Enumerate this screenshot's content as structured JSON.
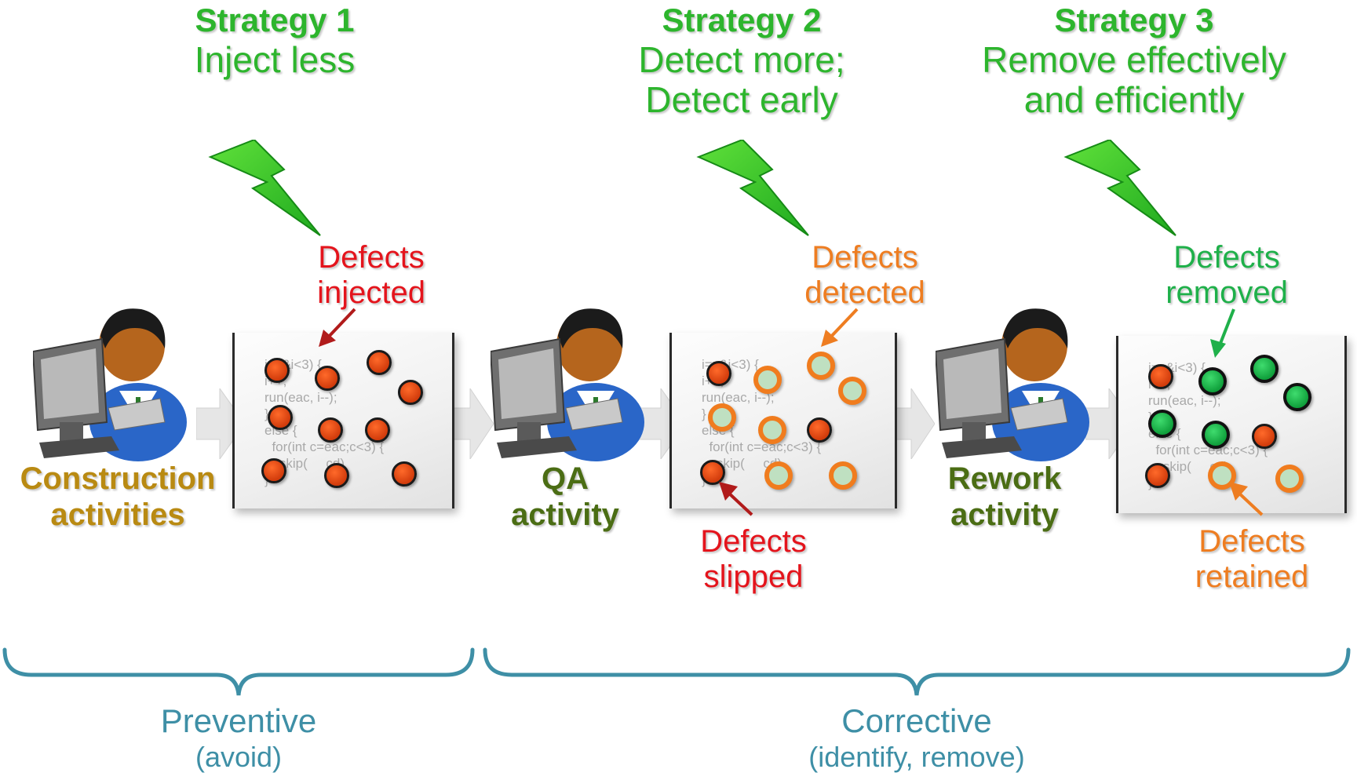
{
  "colors": {
    "strategy_green": "#2db52d",
    "injected_red": "#e4141c",
    "detected_orange": "#ee7d21",
    "removed_green": "#1fb04a",
    "construction_gold": "#b98a12",
    "activity_olive": "#4b6d14",
    "category_blue": "#3e8fa6"
  },
  "strategies": [
    {
      "title": "Strategy 1",
      "subtitle_lines": [
        "Inject less"
      ],
      "icon": "lightning-bolt-icon"
    },
    {
      "title": "Strategy 2",
      "subtitle_lines": [
        "Detect more;",
        "Detect early"
      ],
      "icon": "lightning-bolt-icon"
    },
    {
      "title": "Strategy 3",
      "subtitle_lines": [
        "Remove effectively",
        "and efficiently"
      ],
      "icon": "lightning-bolt-icon"
    }
  ],
  "actors": [
    {
      "lines": [
        "Construction",
        "activities"
      ],
      "icon": "person-at-computer-icon"
    },
    {
      "lines": [
        "QA",
        "activity"
      ],
      "icon": "person-at-computer-icon"
    },
    {
      "lines": [
        "Rework",
        "activity"
      ],
      "icon": "person-at-computer-icon"
    }
  ],
  "defect_labels": {
    "injected": [
      "Defects",
      "injected"
    ],
    "detected": [
      "Defects",
      "detected"
    ],
    "removed": [
      "Defects",
      "removed"
    ],
    "slipped": [
      "Defects",
      "slipped"
    ],
    "retained": [
      "Defects",
      "retained"
    ]
  },
  "code_snippet": "i=x&i<3) {\ni++;\nrun(eac, i--);\n}\nelse {\n  for(int c=eac;c<3) {\n    skip(     cd)\n}",
  "categories": [
    {
      "title": "Preventive",
      "subtitle": "(avoid)"
    },
    {
      "title": "Corrective",
      "subtitle": "(identify, remove)"
    }
  ],
  "dot_legend": {
    "open_defect": "red-dot-icon",
    "detected_defect": "orange-ring-icon",
    "removed_defect": "green-dot-icon"
  }
}
